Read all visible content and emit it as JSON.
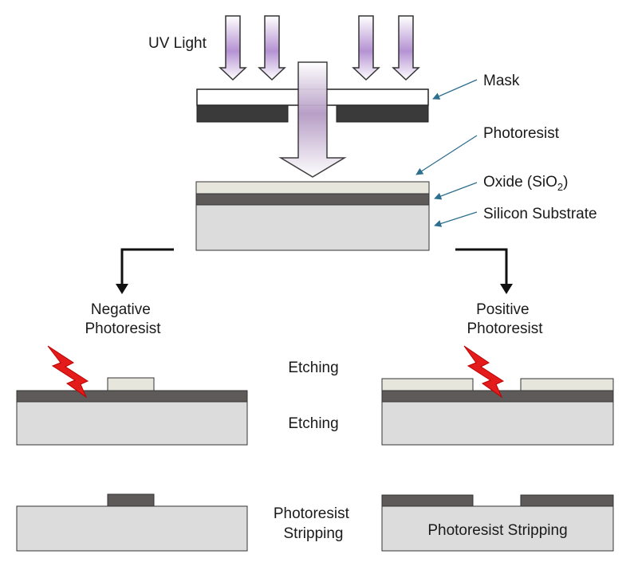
{
  "labels": {
    "uv_light": "UV Light",
    "mask": "Mask",
    "photoresist": "Photoresist",
    "oxide_prefix": "Oxide (SiO",
    "oxide_sub": "2",
    "oxide_suffix": ")",
    "silicon_substrate": "Silicon Substrate",
    "negative_line1": "Negative",
    "negative_line2": "Photoresist",
    "positive_line1": "Positive",
    "positive_line2": "Photoresist",
    "etching_top": "Etching",
    "etching_middle": "Etching",
    "stripping_line1": "Photoresist",
    "stripping_line2": "Stripping",
    "stripping_right": "Photoresist Stripping"
  },
  "colors": {
    "mask_dark": "#3a3a3a",
    "oxide": "#5f5a5a",
    "substrate": "#dcdcdc",
    "photoresist": "#e7e6dc",
    "leader": "#2e6f8e",
    "uv_glow": "#9b6fc0",
    "lightning": "#e31b1b"
  },
  "icons": {
    "uv_arrows": "down-arrow-icon",
    "exposure": "lightning-icon"
  }
}
